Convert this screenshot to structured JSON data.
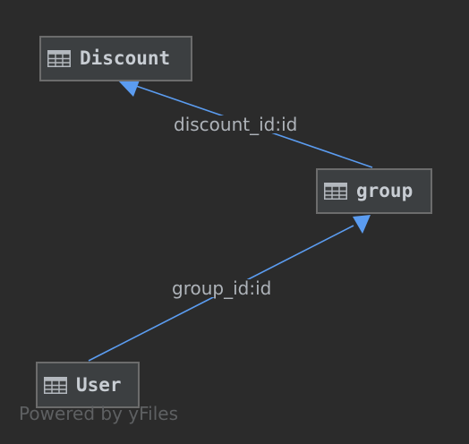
{
  "diagram": {
    "nodes": [
      {
        "id": "discount",
        "label": "Discount",
        "icon": "table-icon"
      },
      {
        "id": "group",
        "label": "group",
        "icon": "table-icon"
      },
      {
        "id": "user",
        "label": "User",
        "icon": "table-icon"
      }
    ],
    "edges": [
      {
        "from": "group",
        "to": "discount",
        "label": "discount_id:id"
      },
      {
        "from": "user",
        "to": "group",
        "label": "group_id:id"
      }
    ]
  },
  "watermark": "Powered by yFiles",
  "colors": {
    "background": "#2b2b2b",
    "edge": "#5b9cf0",
    "node_fill": "#3c3f41",
    "node_border": "#6c6c6c"
  }
}
